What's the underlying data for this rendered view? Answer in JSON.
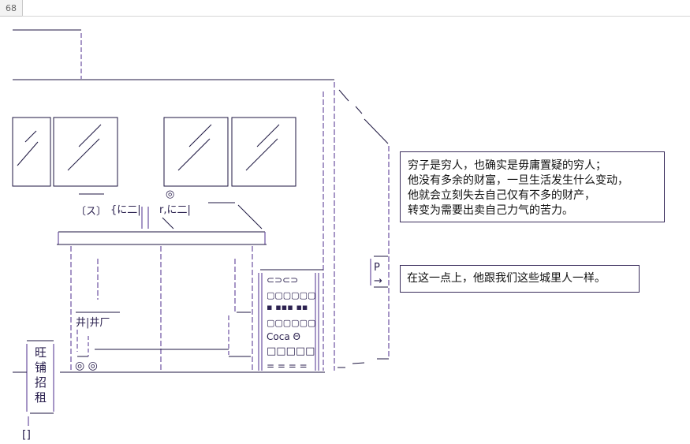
{
  "page_number": "68",
  "captions": {
    "main": [
      "穷子是穷人，也确实是毋庸置疑的穷人；",
      "他没有多余的财富，一旦生活发生什么变动，",
      "他就会立刻失去自己仅有不多的财产，",
      "转变为需要出卖自己力气的苦力。"
    ],
    "side": "在这一点上，他跟我们这些城里人一样。"
  },
  "scene": {
    "sign": [
      "旺",
      "铺",
      "招",
      "租"
    ],
    "shop_sign": "井|井厂",
    "machine_rows": [
      "⊂⊃⊂⊃",
      "▢▢▢▢▢▢",
      "▪ ▪▪▪ ▪▪",
      "▢▢▢▢▢▢",
      "Coca  Θ",
      "□□□□□",
      "= = = ="
    ],
    "door_letter": "P",
    "door_arrow": "→",
    "wheels": "◎ ◎",
    "lamp": "◎",
    "roof_glyphs": [
      "〔ス〕",
      "{に二|",
      "r,に二|"
    ],
    "bottom_glyph": "[]"
  },
  "colors": {
    "ink": "#1d1640",
    "accent": "#6b4fa0",
    "caption_border": "#3a2d5c"
  }
}
